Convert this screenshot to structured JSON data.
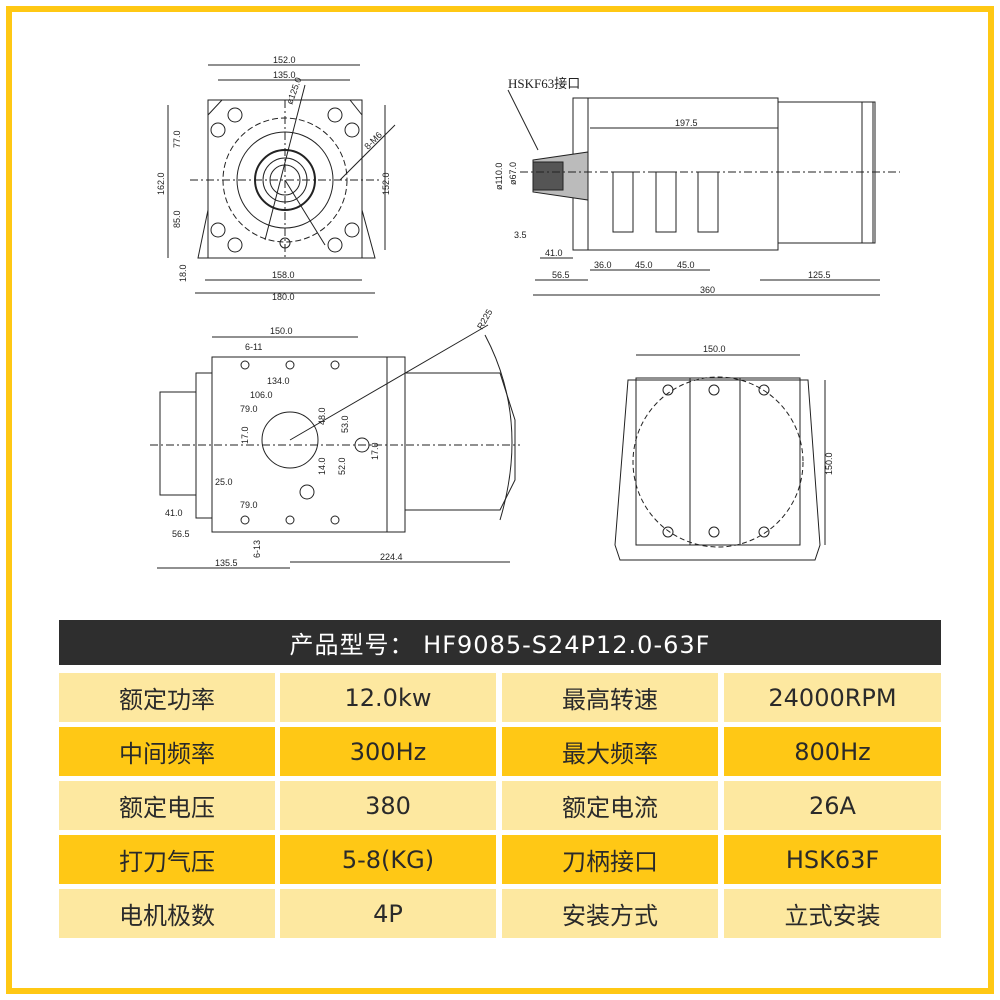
{
  "drawings": {
    "front_view": {
      "dims": [
        "152.0",
        "135.0",
        "ø125.0",
        "8-M6",
        "162.0",
        "77.0",
        "85.0",
        "152.0",
        "18.0",
        "158.0",
        "180.0"
      ]
    },
    "side_view": {
      "label": "HSKF63接口",
      "dims": [
        "197.5",
        "ø110.0",
        "ø67.0",
        "3.5",
        "41.0",
        "36.0",
        "45.0",
        "45.0",
        "56.5",
        "125.5",
        "360"
      ]
    },
    "top_view": {
      "dims": [
        "150.0",
        "6-11",
        "134.0",
        "106.0",
        "79.0",
        "17.0",
        "25.0",
        "79.0",
        "41.0",
        "56.5",
        "135.5",
        "224.4",
        "R225",
        "6-13",
        "48.0",
        "53.0",
        "14.0",
        "52.0",
        "17.0"
      ]
    },
    "rear_view": {
      "dims": [
        "150.0",
        "150.0"
      ]
    }
  },
  "table": {
    "title": "产品型号：  HF9085-S24P12.0-63F",
    "rows": [
      [
        "额定功率",
        "12.0kw",
        "最高转速",
        "24000RPM"
      ],
      [
        "中间频率",
        "300Hz",
        "最大频率",
        "800Hz"
      ],
      [
        "额定电压",
        "380",
        "额定电流",
        "26A"
      ],
      [
        "打刀气压",
        "5-8(KG)",
        "刀柄接口",
        "HSK63F"
      ],
      [
        "电机极数",
        "4P",
        "安装方式",
        "立式安装"
      ]
    ]
  },
  "colors": {
    "accent": "#FFC814",
    "light": "#FDE8A0",
    "header": "#2e2e2e"
  }
}
